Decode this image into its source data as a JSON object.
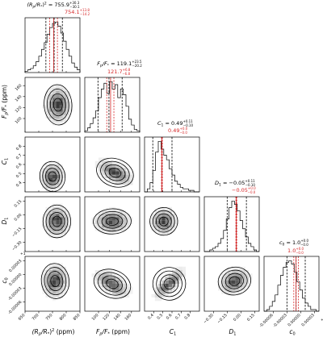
{
  "chart_data": {
    "type": "corner",
    "parameters": [
      {
        "id": "rp",
        "label": "(R_p/R_*)^2",
        "unit": "(ppm)",
        "title": "(R_p/R_*)^2 = 755.9^{+30.3}_{-30.1}",
        "alt_title": "754.1^{+13.8}_{-14.2}",
        "range": [
          650,
          850
        ],
        "ticks": [
          650,
          700,
          750,
          800,
          850
        ],
        "hist": [
          1,
          2,
          3,
          5,
          8,
          12,
          17,
          22,
          28,
          33,
          36,
          37,
          34,
          29,
          23,
          17,
          12,
          7,
          4,
          2
        ],
        "quantiles": [
          726,
          756,
          786
        ],
        "alt_lines": [
          740,
          754,
          768
        ]
      },
      {
        "id": "fp",
        "label": "F_p/F_*",
        "unit": "(ppm)",
        "title": "F_p/F_* = 119.1^{+23.5}_{-20.2}",
        "alt_title": "121.7^{+6.8}_{-6.8}",
        "range": [
          75,
          175
        ],
        "ticks": [
          100,
          120,
          140,
          160
        ],
        "hist": [
          1,
          3,
          6,
          10,
          15,
          24,
          30,
          34,
          27,
          35,
          30,
          33,
          24,
          30,
          26,
          18,
          9,
          5,
          2,
          1
        ],
        "quantiles": [
          99,
          119,
          143
        ],
        "alt_lines": [
          115,
          122,
          128
        ]
      },
      {
        "id": "c1",
        "label": "C_1",
        "unit": "",
        "title": "C_1 = 0.49^{+0.11}_{-0.10}",
        "alt_title": "0.49^{+0.0}_{-0.0}",
        "range": [
          0.3,
          0.9
        ],
        "ticks": [
          0.4,
          0.5,
          0.6,
          0.7,
          0.8
        ],
        "hist": [
          0,
          2,
          6,
          14,
          26,
          33,
          28,
          24,
          21,
          15,
          11,
          7,
          5,
          3,
          2,
          2,
          1,
          1,
          0,
          0
        ],
        "quantiles": [
          0.39,
          0.49,
          0.6
        ],
        "alt_lines": [
          0.485,
          0.49,
          0.495
        ]
      },
      {
        "id": "d1",
        "label": "D_1",
        "unit": "",
        "title": "D_1 = -0.05^{+0.11}_{-0.10}",
        "alt_title": "-0.05^{+0.0}_{-0.0}",
        "range": [
          -0.4,
          0.2
        ],
        "ticks": [
          -0.3,
          -0.15,
          0.0,
          0.15
        ],
        "hist": [
          0,
          0,
          1,
          2,
          3,
          5,
          8,
          13,
          20,
          27,
          31,
          29,
          25,
          19,
          14,
          9,
          5,
          3,
          1,
          0
        ],
        "quantiles": [
          -0.15,
          -0.05,
          0.06
        ],
        "alt_lines": [
          -0.055,
          -0.05,
          -0.045
        ]
      },
      {
        "id": "c0",
        "label": "c_0",
        "unit": "",
        "title": "c_0 = 1.0^{+0.0}_{-0.0}",
        "alt_title": "1.0^{+0.0}_{-0.0}",
        "range": [
          -8e-05,
          4e-05
        ],
        "ticks": [
          -6e-05,
          -3e-05,
          0.0,
          3e-05
        ],
        "tick_labels": [
          "-0.00006",
          "-0.00003",
          "0.00000",
          "0.00003"
        ],
        "offset_label": "+1",
        "hist": [
          0,
          1,
          3,
          6,
          10,
          16,
          22,
          27,
          30,
          31,
          29,
          24,
          18,
          13,
          8,
          5,
          3,
          1,
          1,
          0
        ],
        "quantiles": [
          -3e-05,
          -1e-05,
          1e-05
        ],
        "alt_lines": [
          -1.5e-05,
          -1e-05,
          -5e-06
        ]
      }
    ],
    "colors": {
      "posterior": "#000000",
      "alternative": "#d62728",
      "density_dark": "#222222"
    }
  },
  "labels": {
    "t_rp_a": "(R",
    "t_rp_s1": "p",
    "t_rp_b": "/R",
    "t_rp_s2": "*",
    "t_rp_c": ")",
    "t_rp_sup": "2",
    "t_rp_val": " = 755.9",
    "t_rp_up": "+30.3",
    "t_rp_lo": "−30.1",
    "t_rp_alt": "754.1",
    "t_rp_alt_up": "+13.8",
    "t_rp_alt_lo": "−14.2",
    "t_fp_a": "F",
    "t_fp_s1": "p",
    "t_fp_b": "/F",
    "t_fp_s2": "*",
    "t_fp_val": " = 119.1",
    "t_fp_up": "+23.5",
    "t_fp_lo": "−20.2",
    "t_fp_alt": "121.7",
    "t_fp_alt_up": "+6.8",
    "t_fp_alt_lo": "−6.8",
    "t_c1_a": "C",
    "t_c1_s": "1",
    "t_c1_val": " = 0.49",
    "t_c1_up": "+0.11",
    "t_c1_lo": "−0.10",
    "t_c1_alt": "0.49",
    "t_c1_alt_up": "+0.0",
    "t_c1_alt_lo": "−0.0",
    "t_d1_a": "D",
    "t_d1_s": "1",
    "t_d1_val": " = −0.05",
    "t_d1_up": "+0.11",
    "t_d1_lo": "−0.10",
    "t_d1_alt": "−0.05",
    "t_d1_alt_up": "+0.0",
    "t_d1_alt_lo": "−0.0",
    "t_c0_a": "c",
    "t_c0_s": "0",
    "t_c0_val": " = 1.0",
    "t_c0_up": "+0.0",
    "t_c0_lo": "−0.0",
    "t_c0_alt": "1.0",
    "t_c0_alt_up": "+0.0",
    "t_c0_alt_lo": "−0.0",
    "x_rp_a": "(R",
    "x_rp_s1": "p",
    "x_rp_b": "/R",
    "x_rp_s2": "*",
    "x_rp_c": ")",
    "x_rp_sup": "2",
    "x_rp_u": " (ppm)",
    "x_fp_a": "F",
    "x_fp_s1": "p",
    "x_fp_b": "/F",
    "x_fp_s2": "*",
    "x_fp_u": " (ppm)",
    "x_c1_a": "C",
    "x_c1_s": "1",
    "x_d1_a": "D",
    "x_d1_s": "1",
    "x_c0_a": "c",
    "x_c0_s": "0",
    "y_fp_a": "F",
    "y_fp_s1": "p",
    "y_fp_b": "/F",
    "y_fp_s2": "*",
    "y_fp_u": " (ppm)",
    "y_c1_a": "C",
    "y_c1_s": "1",
    "y_d1_a": "D",
    "y_d1_s": "1",
    "y_c0_a": "c",
    "y_c0_s": "0"
  }
}
